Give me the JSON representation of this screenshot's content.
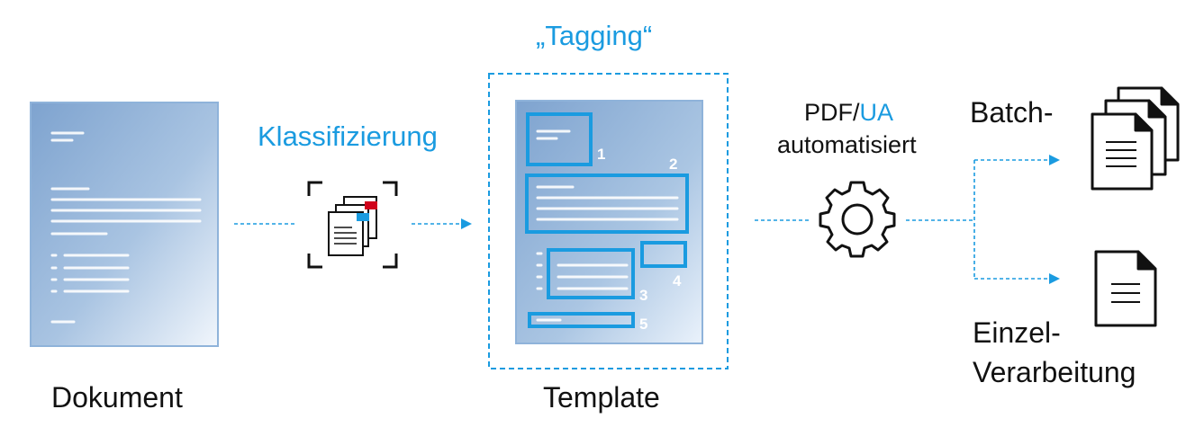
{
  "labels": {
    "dokument": "Dokument",
    "klassifizierung": "Klassifizierung",
    "tagging": "„Tagging“",
    "template": "Template",
    "pdf_prefix": "PDF/",
    "pdf_ua": "UA",
    "automatisiert": "automatisiert",
    "batch": "Batch-",
    "einzel_line1": "Einzel-",
    "einzel_line2": "Verarbeitung"
  },
  "template_regions": [
    "1",
    "2",
    "3",
    "4",
    "5"
  ],
  "colors": {
    "accent": "#1a9be0",
    "page_gradient_top": "#7fa6d0",
    "page_gradient_bottom": "#eef4fb",
    "text": "#111111"
  },
  "icons": {
    "classification": "scan-documents-icon",
    "processing": "gear-icon",
    "batch": "document-stack-icon",
    "single": "document-icon"
  }
}
